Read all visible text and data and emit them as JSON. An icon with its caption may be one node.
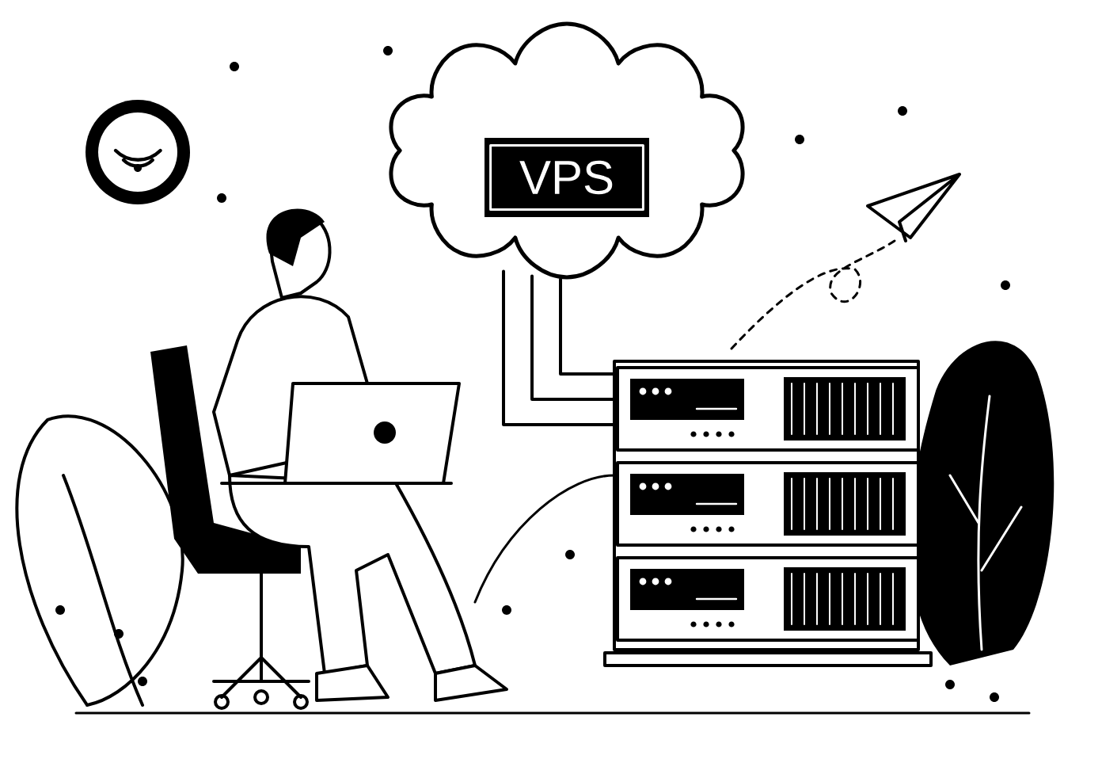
{
  "diagram": {
    "nodes": [
      {
        "text": [],
        "shape": "cloud"
      },
      {
        "text": [
          "VPS"
        ],
        "in": 0
      },
      {
        "text": [],
        "shape": "picture"
      }
    ],
    "edges": [
      {
        "from": 0,
        "to": 2,
        "arrow": "none"
      },
      {
        "from": 0,
        "to": 2,
        "arrow": "none"
      },
      {
        "from": 0,
        "to": 2,
        "arrow": "none"
      }
    ]
  }
}
